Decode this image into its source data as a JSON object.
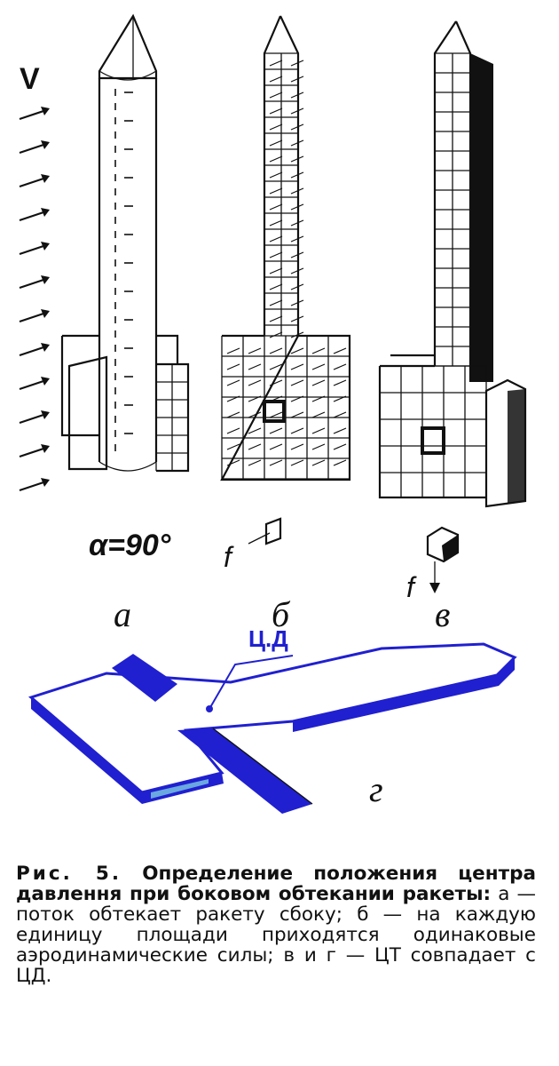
{
  "figure": {
    "velocity_label": "V",
    "angle_label": "α=90°",
    "force_label_b": "f",
    "force_label_c": "f",
    "panel_labels": [
      "а",
      "б",
      "в",
      "г"
    ],
    "cd_label": "Ц.Д",
    "colors": {
      "ink": "#111111",
      "blue": "#2020d0",
      "blue_light": "#6aa8e0"
    }
  },
  "caption": {
    "fig_label": "Рис. 5.",
    "title": "Определение положения центра давлення при боковом обтекании ракеты:",
    "body": "а — поток обтекает ракету сбоку; б — на каждую единицу площади приходятся одинаковые аэродинамические силы; в и г — ЦТ совпадает с ЦД."
  }
}
